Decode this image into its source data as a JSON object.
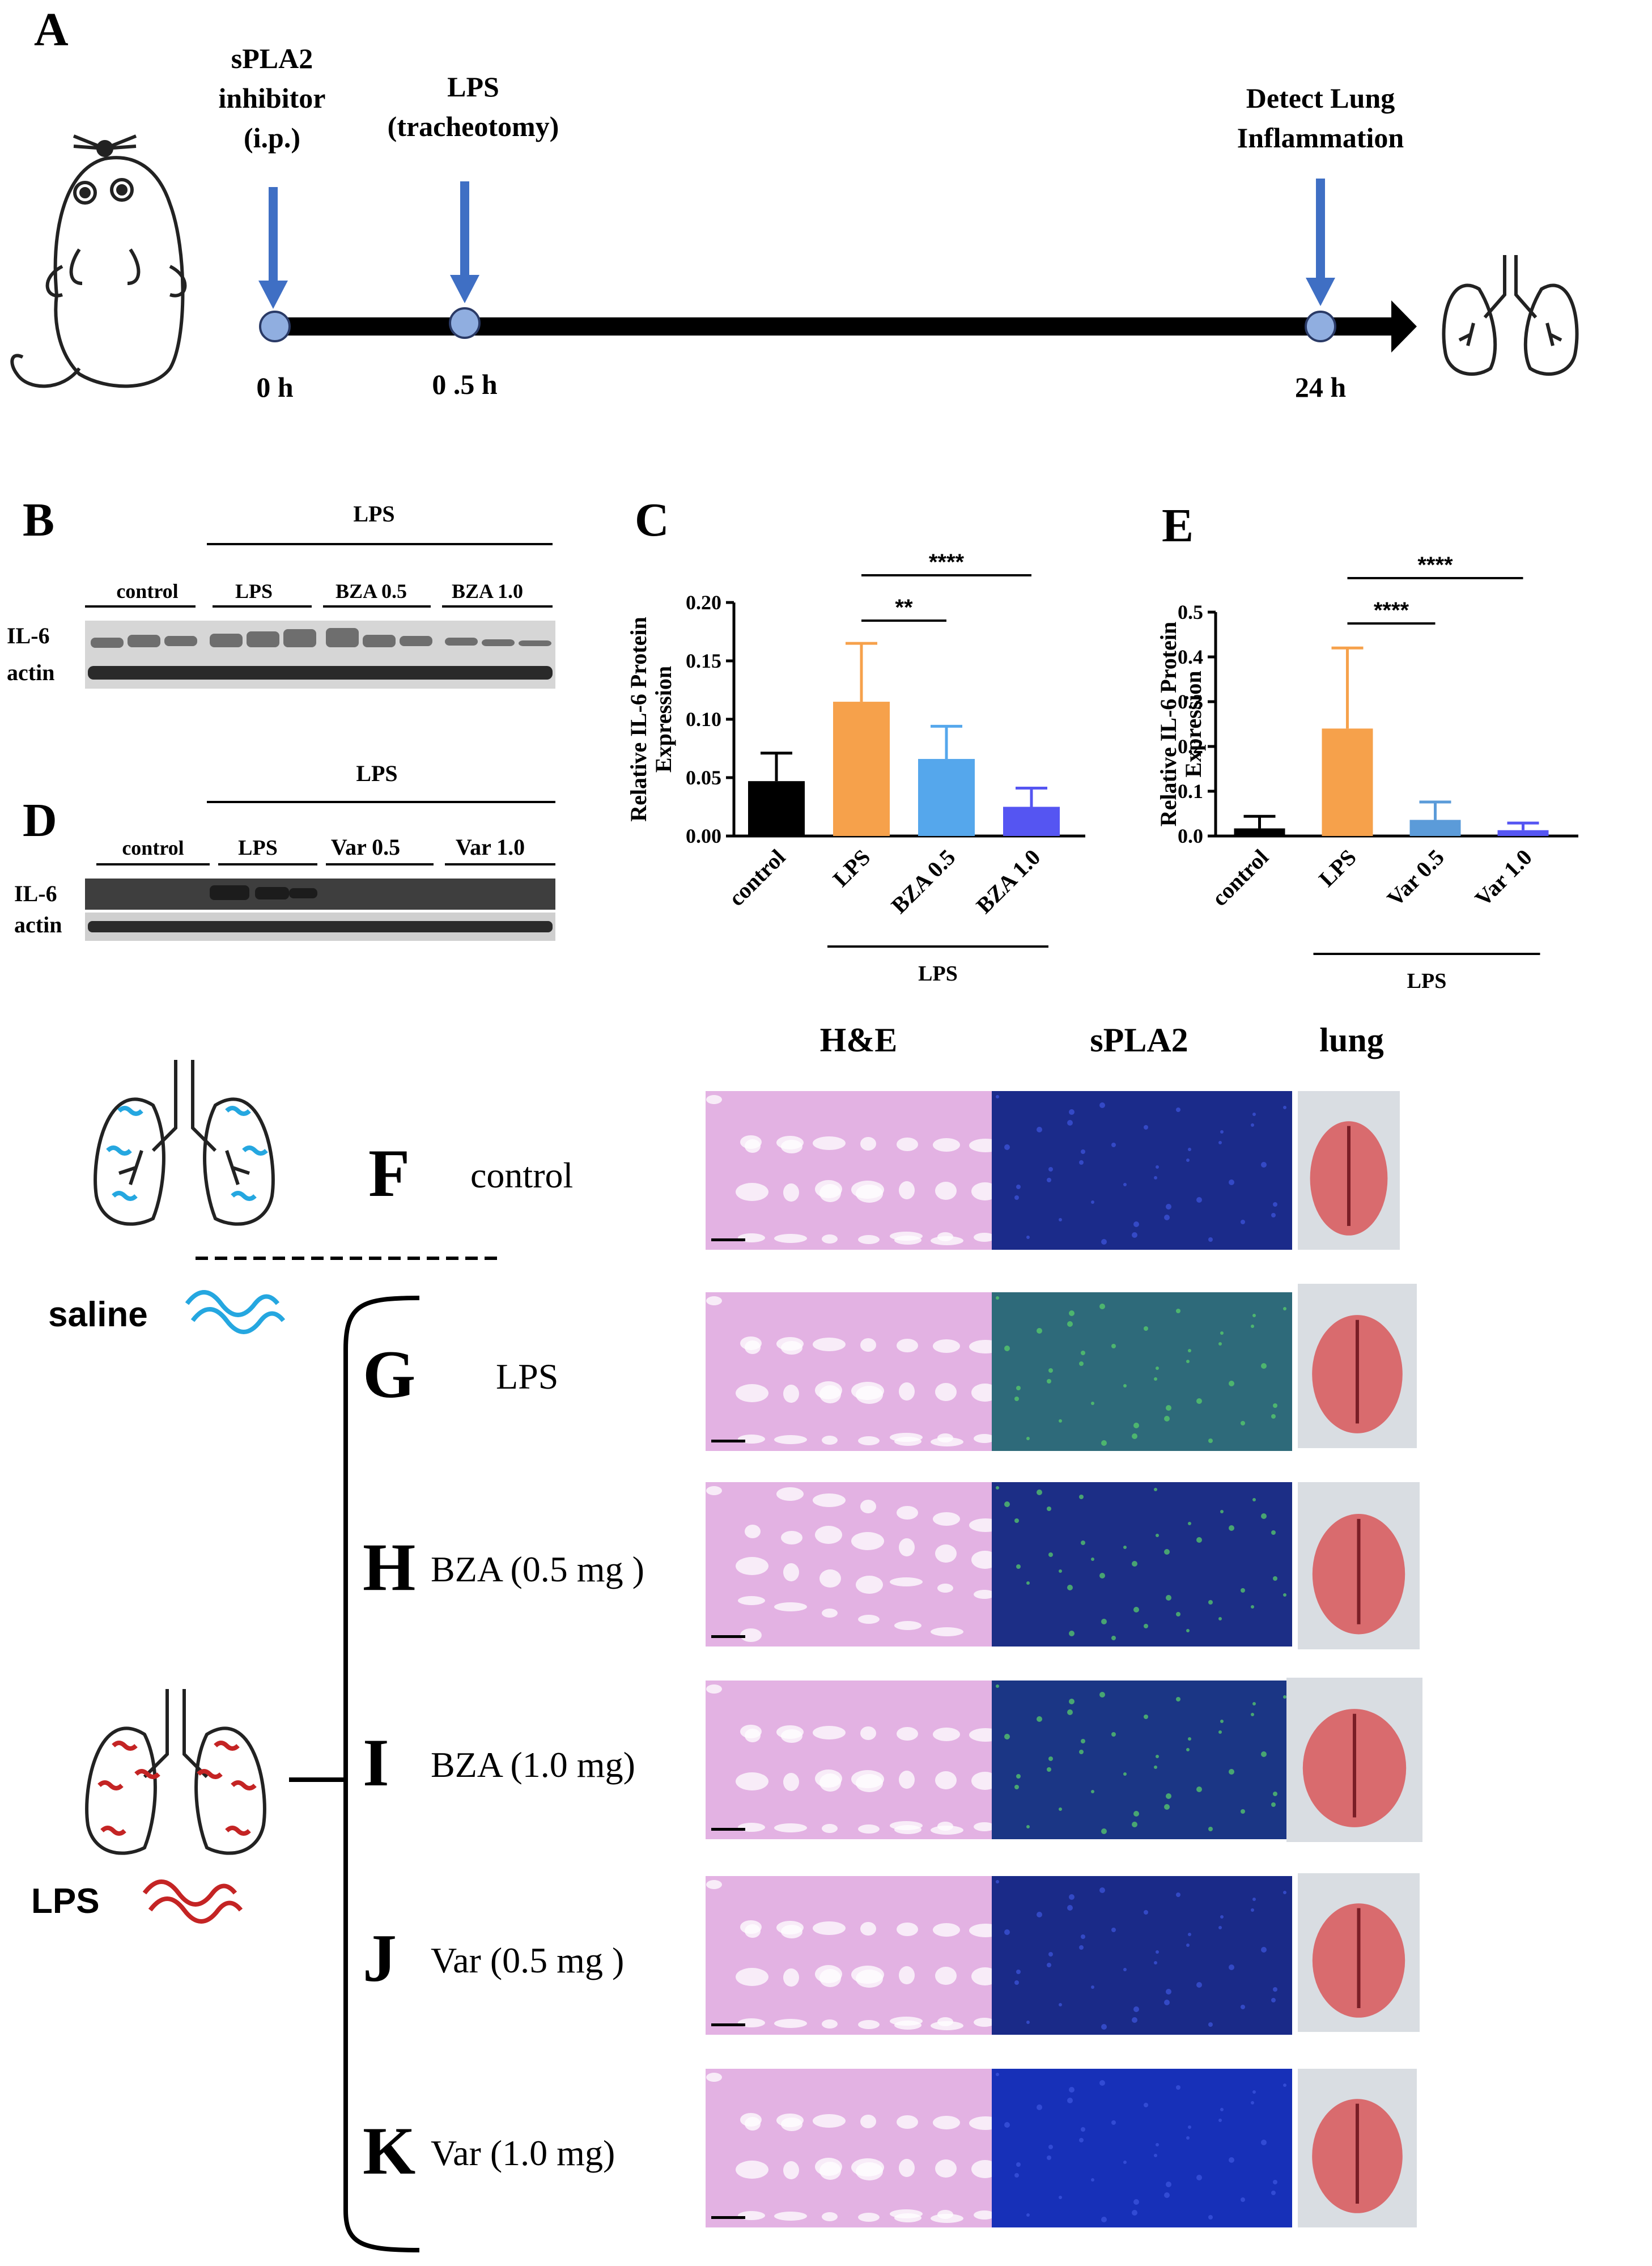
{
  "panels": {
    "A": "A",
    "B": "B",
    "C": "C",
    "D": "D",
    "E": "E",
    "F": "F",
    "G": "G",
    "H": "H",
    "I": "I",
    "J": "J",
    "K": "K"
  },
  "timeline": {
    "inhibitor_l1": "sPLA2",
    "inhibitor_l2": "inhibitor",
    "inhibitor_l3": "(i.p.)",
    "lps_l1": "LPS",
    "lps_l2": "(tracheotomy)",
    "detect_l1": "Detect Lung",
    "detect_l2": "Inflammation",
    "t0": "0 h",
    "t05": "0 .5 h",
    "t24": "24 h"
  },
  "blot_b": {
    "lps_header": "LPS",
    "groups": [
      "control",
      "LPS",
      "BZA 0.5",
      "BZA 1.0"
    ],
    "rows": [
      "IL-6",
      "actin"
    ]
  },
  "blot_d": {
    "lps_header": "LPS",
    "groups": [
      "control",
      "LPS",
      "Var 0.5",
      "Var 1.0"
    ],
    "rows": [
      "IL-6",
      "actin"
    ]
  },
  "chart_data": [
    {
      "panel": "C",
      "type": "bar",
      "ylabel_l1": "Relative IL-6 Protein",
      "ylabel_l2": "Expression",
      "categories": [
        "control",
        "LPS",
        "BZA 0.5",
        "BZA 1.0"
      ],
      "values": [
        0.047,
        0.115,
        0.066,
        0.025
      ],
      "errors": [
        0.024,
        0.05,
        0.028,
        0.016
      ],
      "colors": [
        "#000000",
        "#F6A14B",
        "#55A7EC",
        "#5555F2"
      ],
      "ylim": [
        0,
        0.2
      ],
      "yticks": [
        "0.00",
        "0.05",
        "0.10",
        "0.15",
        "0.20"
      ],
      "group_label": "LPS",
      "significance": [
        {
          "from": 1,
          "to": 2,
          "label": "**"
        },
        {
          "from": 1,
          "to": 3,
          "label": "****"
        }
      ]
    },
    {
      "panel": "E",
      "type": "bar",
      "ylabel_l1": "Relative IL-6 Protein",
      "ylabel_l2": "Expression",
      "categories": [
        "control",
        "LPS",
        "Var 0.5",
        "Var 1.0"
      ],
      "values": [
        0.017,
        0.24,
        0.036,
        0.013
      ],
      "errors": [
        0.027,
        0.18,
        0.04,
        0.016
      ],
      "colors": [
        "#000000",
        "#F6A14B",
        "#5B9BD9",
        "#5555F2"
      ],
      "ylim": [
        0,
        0.5
      ],
      "yticks": [
        "0.0",
        "0.1",
        "0.2",
        "0.3",
        "0.4",
        "0.5"
      ],
      "group_label": "LPS",
      "significance": [
        {
          "from": 1,
          "to": 2,
          "label": "****"
        },
        {
          "from": 1,
          "to": 3,
          "label": "****"
        }
      ]
    }
  ],
  "histology": {
    "headers": [
      "H&E",
      "sPLA2",
      "lung"
    ],
    "rows": [
      {
        "panel": "F",
        "label": "control"
      },
      {
        "panel": "G",
        "label": "LPS"
      },
      {
        "panel": "H",
        "label": "BZA (0.5 mg )"
      },
      {
        "panel": "I",
        "label": "BZA (1.0 mg)"
      },
      {
        "panel": "J",
        "label": "Var (0.5 mg )"
      },
      {
        "panel": "K",
        "label": "Var (1.0 mg)"
      }
    ],
    "saline_label": "saline",
    "lps_label": "LPS"
  },
  "colors": {
    "saline": "#25A7E0",
    "lps": "#C42424",
    "he": "#D69BD6",
    "if": "#1A2F9A",
    "lung_bg": "#D8DCE0",
    "lung": "#D86A6A"
  }
}
